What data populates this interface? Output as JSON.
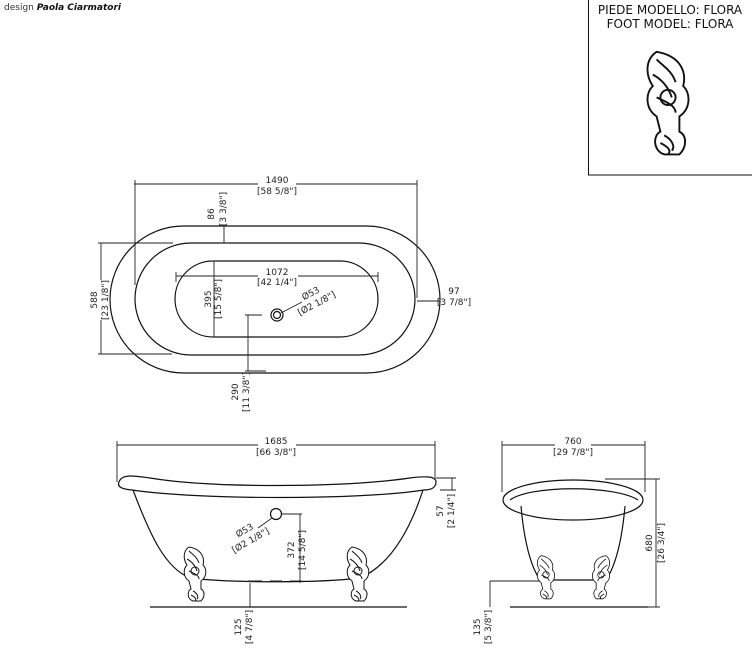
{
  "credit": {
    "prefix": "design",
    "designer": "Paola Ciarmatori"
  },
  "foot_box": {
    "line1": "PIEDE MODELLO: FLORA",
    "line2": "FOOT MODEL: FLORA"
  },
  "top_view": {
    "length": {
      "mm": "1490",
      "in": "[58 5/8\"]"
    },
    "rim_width": {
      "mm": "86",
      "in": "[3 3/8\"]"
    },
    "width": {
      "mm": "588",
      "in": "[23 1/8\"]"
    },
    "inner_length": {
      "mm": "1072",
      "in": "[42 1/4\"]"
    },
    "inner_width": {
      "mm": "395",
      "in": "[15 5/8\"]"
    },
    "drain": {
      "mm": "Ø53",
      "in": "[Ø2 1/8\"]"
    },
    "end_rim": {
      "mm": "97",
      "in": "[3 7/8\"]"
    },
    "drain_offset": {
      "mm": "290",
      "in": "[11 3/8\"]"
    }
  },
  "side_view": {
    "length": {
      "mm": "1685",
      "in": "[66 3/8\"]"
    },
    "rim_height": {
      "mm": "57",
      "in": "[2 1/4\"]"
    },
    "overflow": {
      "mm": "Ø53",
      "in": "[Ø2 1/8\"]"
    },
    "overflow_height": {
      "mm": "372",
      "in": "[14 5/8\"]"
    },
    "clearance": {
      "mm": "125",
      "in": "[4 7/8\"]"
    }
  },
  "end_view": {
    "width": {
      "mm": "760",
      "in": "[29 7/8\"]"
    },
    "height": {
      "mm": "680",
      "in": "[26 3/4\"]"
    },
    "clearance": {
      "mm": "135",
      "in": "[5 3/8\"]"
    }
  }
}
